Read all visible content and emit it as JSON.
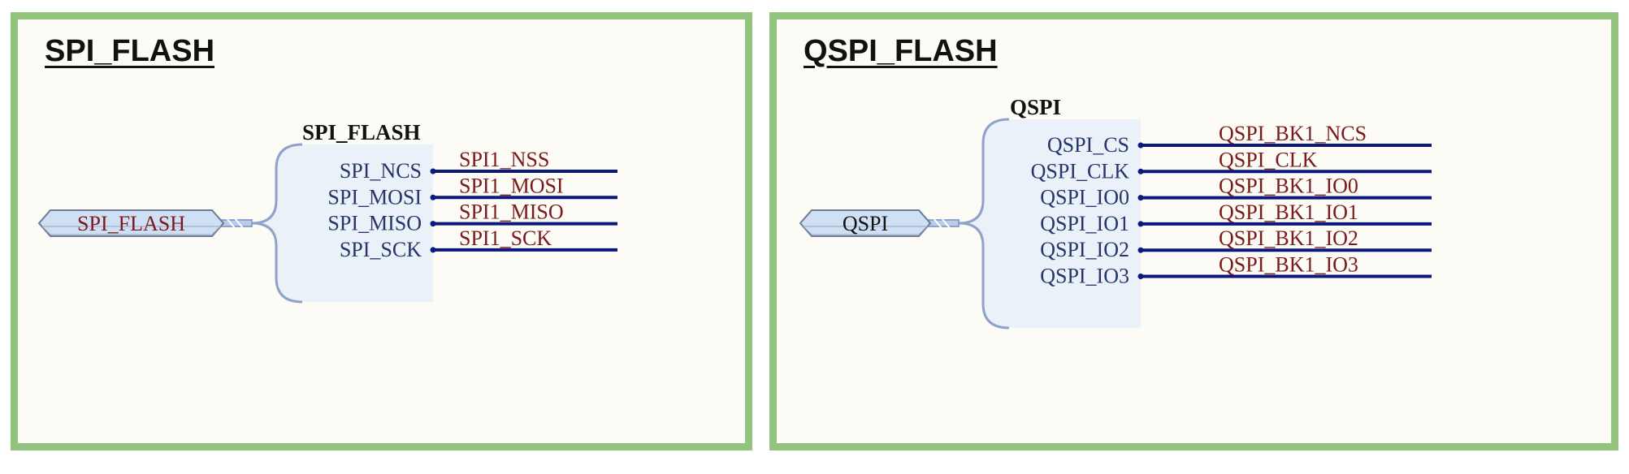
{
  "spi": {
    "title": "SPI_FLASH",
    "port_label": "SPI_FLASH",
    "harness_label": "SPI_FLASH",
    "pins": [
      "SPI_NCS",
      "SPI_MOSI",
      "SPI_MISO",
      "SPI_SCK"
    ],
    "nets": [
      "SPI1_NSS",
      "SPI1_MOSI",
      "SPI1_MISO",
      "SPI1_SCK"
    ]
  },
  "qspi": {
    "title": "QSPI_FLASH",
    "port_label": "QSPI",
    "harness_label": "QSPI",
    "pins": [
      "QSPI_CS",
      "QSPI_CLK",
      "QSPI_IO0",
      "QSPI_IO1",
      "QSPI_IO2",
      "QSPI_IO3"
    ],
    "nets": [
      "QSPI_BK1_NCS",
      "QSPI_CLK",
      "QSPI_BK1_IO0",
      "QSPI_BK1_IO1",
      "QSPI_BK1_IO2",
      "QSPI_BK1_IO3"
    ]
  },
  "colors": {
    "panel_border": "#93c47d",
    "panel_bg": "#fdfbf6",
    "harness_fill": "#ebf1f9",
    "harness_stroke": "#8fa2c9",
    "port_fill": "#cfe0f5",
    "pin_text": "#24366a",
    "net_text": "#7a1a1a",
    "wire": "#0b1a7a"
  }
}
